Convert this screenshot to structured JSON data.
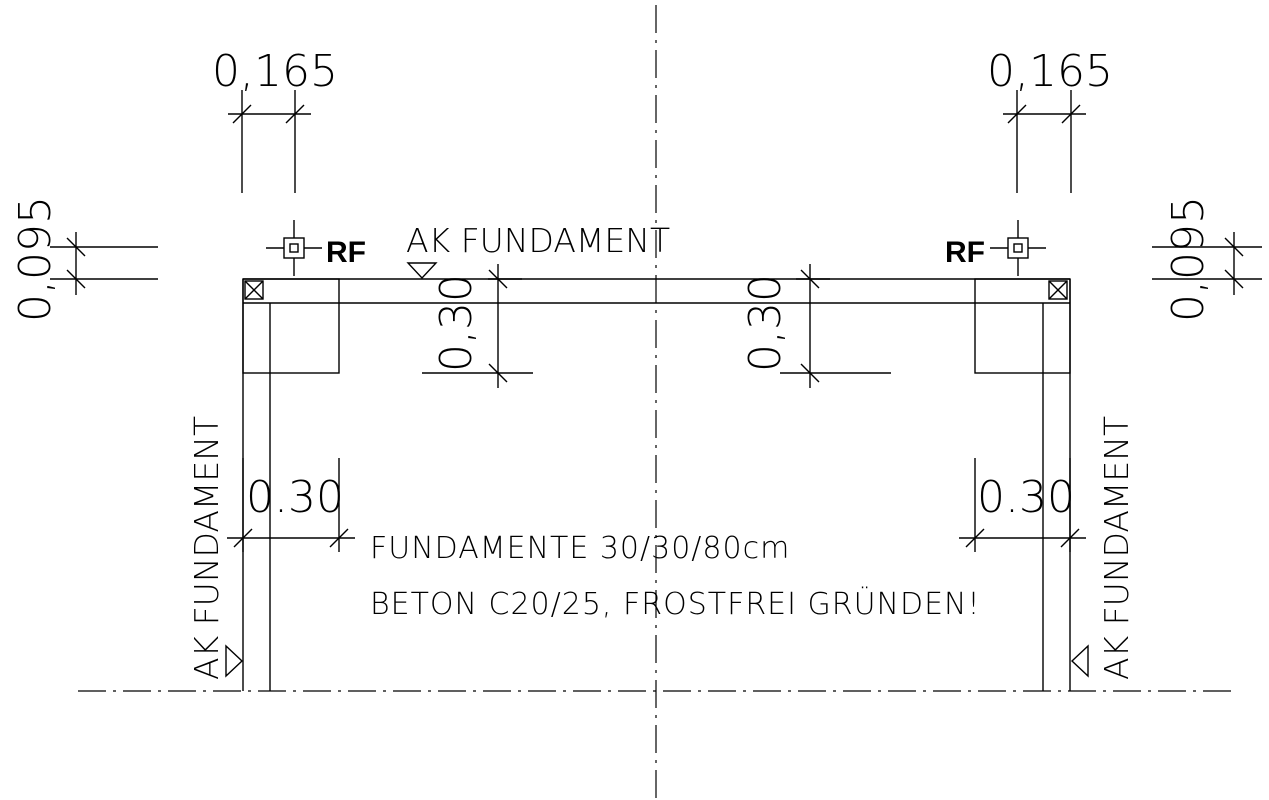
{
  "plan": {
    "dim_top_left": "0,165",
    "dim_top_right": "0,165",
    "dim_side_left": "0,095",
    "dim_side_right": "0,095",
    "rf_left": "RF",
    "rf_right": "RF",
    "level_top": "AK FUNDAMENT",
    "level_left": "AK FUNDAMENT",
    "level_right": "AK FUNDAMENT",
    "dim_depth_left": "0,30",
    "dim_depth_right": "0,30",
    "dim_width_left": "0.30",
    "dim_width_right": "0.30",
    "note_line1": "FUNDAMENTE 30/30/80cm",
    "note_line2": "BETON C20/25, FROSTFREI GRÜNDEN!"
  }
}
